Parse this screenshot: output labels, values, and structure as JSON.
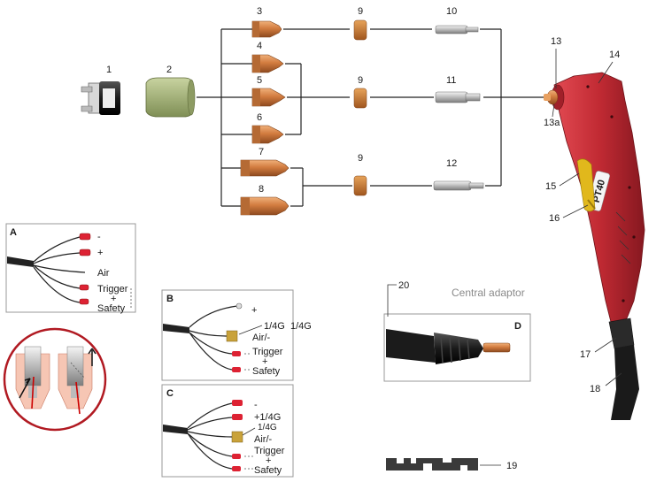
{
  "parts": {
    "p1": "1",
    "p2": "2",
    "p3": "3",
    "p4": "4",
    "p5": "5",
    "p6": "6",
    "p7": "7",
    "p8": "8",
    "p9a": "9",
    "p9b": "9",
    "p9c": "9",
    "p10": "10",
    "p11": "11",
    "p12": "12",
    "p13": "13",
    "p13a": "13a",
    "p14": "14",
    "p15": "15",
    "p16": "16",
    "p17": "17",
    "p18": "18",
    "p19": "19",
    "p20": "20"
  },
  "torch": {
    "brand": "PT40"
  },
  "inset_a": {
    "letter": "A",
    "minus": "-",
    "plus": "+",
    "air": "Air",
    "trigger": "Trigger",
    "plus2": "+",
    "safety": "Safety"
  },
  "inset_b": {
    "letter": "B",
    "plus": "+",
    "fitting": "1/4G",
    "fitting2": "1/4G",
    "air": "Air/-",
    "trigger": "Trigger",
    "plus2": "+",
    "safety": "Safety"
  },
  "inset_c": {
    "letter": "C",
    "minus": "-",
    "plus_fitting": "+1/4G",
    "fitting": "1/4G",
    "air": "Air/-",
    "trigger": "Trigger",
    "plus2": "+",
    "safety": "Safety"
  },
  "inset_d": {
    "letter": "D",
    "caption": "Central adaptor"
  },
  "colors": {
    "copper": "#c8733a",
    "torch_red": "#b8232f",
    "insulator_green": "#a9b77e",
    "wire_red": "#c0392b",
    "wire_blue": "#2040c0",
    "wire_green": "#6a9a72"
  }
}
